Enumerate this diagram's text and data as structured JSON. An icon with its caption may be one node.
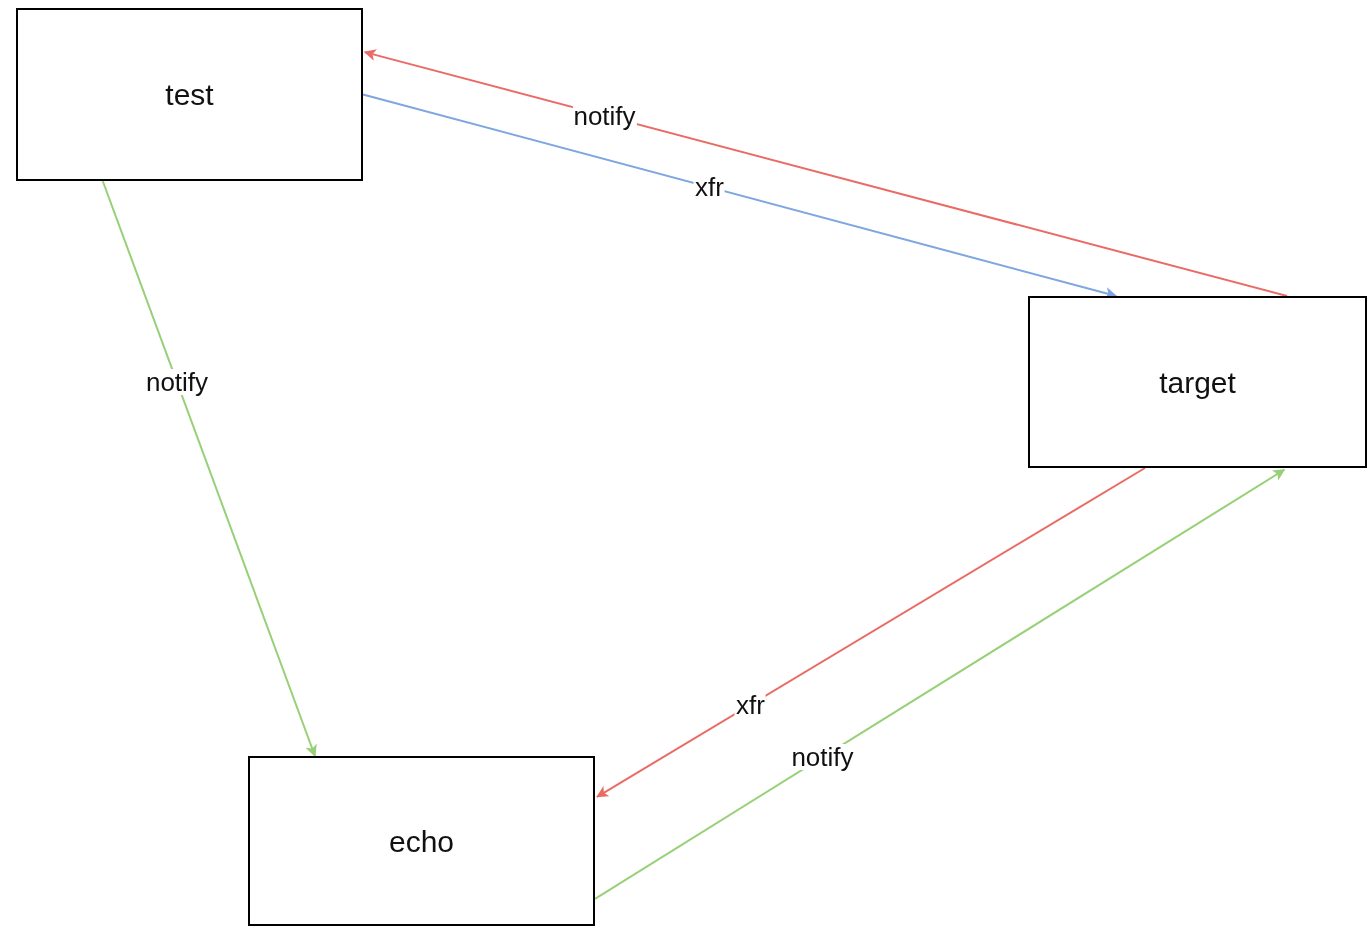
{
  "diagram": {
    "nodes": [
      {
        "text": [
          "test"
        ]
      },
      {
        "text": [
          "target"
        ]
      },
      {
        "text": [
          "echo"
        ]
      }
    ],
    "edges": [
      {
        "from": 1,
        "to": 0,
        "arrow": "to",
        "label": "notify",
        "color": "#ea6b66"
      },
      {
        "from": 0,
        "to": 1,
        "arrow": "to",
        "label": "xfr",
        "color": "#7ea6e0"
      },
      {
        "from": 0,
        "to": 2,
        "arrow": "to",
        "label": "notify",
        "color": "#97d077"
      },
      {
        "from": 1,
        "to": 2,
        "arrow": "to",
        "label": "xfr",
        "color": "#ea6b66"
      },
      {
        "from": 2,
        "to": 1,
        "arrow": "to",
        "label": "notify",
        "color": "#97d077"
      }
    ]
  }
}
